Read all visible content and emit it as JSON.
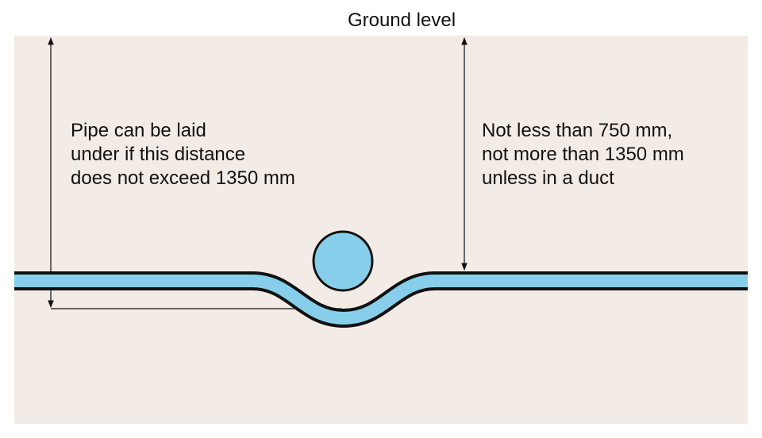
{
  "title": "Ground level",
  "left_note": {
    "line1": "Pipe can be laid",
    "line2": "under if this distance",
    "line3": "does not exceed 1350 mm"
  },
  "right_note": {
    "line1": "Not less than 750 mm,",
    "line2": "not more than 1350 mm",
    "line3": "unless in a duct"
  },
  "colors": {
    "ground": "#f3ebe5",
    "pipe_fill": "#87ceeb",
    "outline": "#111111",
    "dimension": "#222222"
  }
}
